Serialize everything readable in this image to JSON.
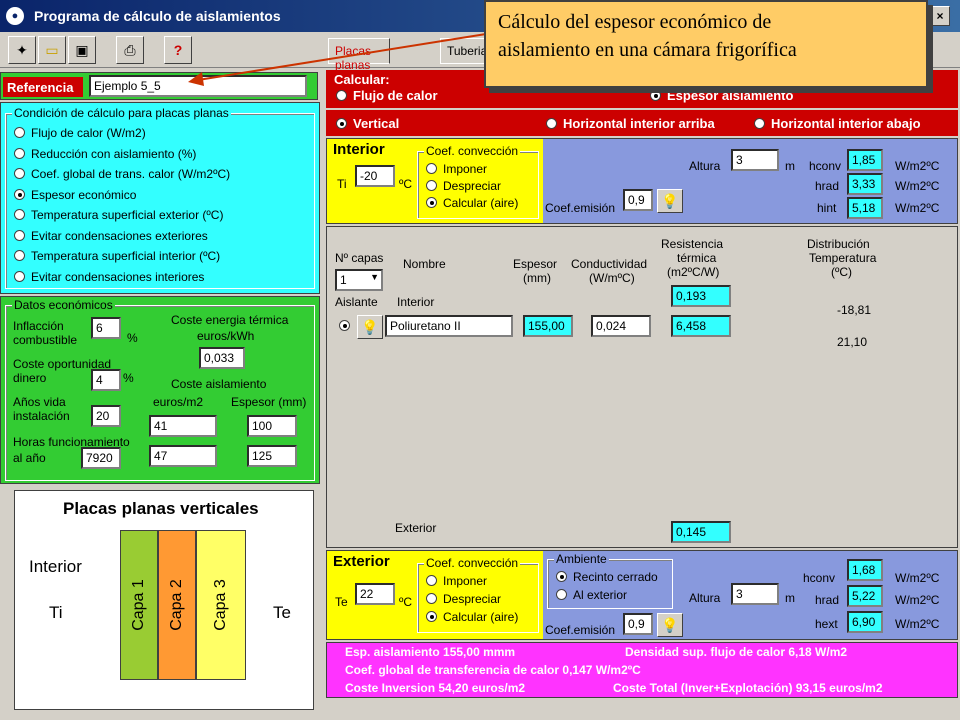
{
  "window": {
    "title": "Programa de cálculo de aislamientos",
    "min": "_",
    "max": "□",
    "close": "×"
  },
  "toolbar": {
    "tabs": [
      "Placas planas",
      "Tuberia"
    ]
  },
  "callout": {
    "line1": "Cálculo del espesor económico de",
    "line2": "aislamiento en una cámara frigorífica"
  },
  "referencia": {
    "label": "Referencia",
    "value": "Ejemplo 5_5"
  },
  "condicion": {
    "title": "Condición de cálculo para placas planas",
    "options": [
      "Flujo de calor  (W/m2)",
      "Reducción con aislamiento (%)",
      "Coef. global de trans. calor (W/m2ºC)",
      "Espesor económico",
      "Temperatura superficial exterior (ºC)",
      "Evitar condensaciones exteriores",
      "Temperatura superficial interior (ºC)",
      "Evitar condensaciones interiores"
    ],
    "selected": 3
  },
  "economicos": {
    "title": "Datos económicos",
    "inflacion_l1": "Inflacción",
    "inflacion_l2": "combustible",
    "inflacion": "6",
    "pct": "%",
    "coste_op_l1": "Coste oportunidad",
    "coste_op_l2": "dinero",
    "coste_op": "4",
    "anos_l1": "Años vida",
    "anos_l2": "instalación",
    "anos": "20",
    "horas_l1": "Horas funcionamiento",
    "horas_l2": "al año",
    "horas": "7920",
    "energia_l1": "Coste energia térmica",
    "energia_l2": "euros/kWh",
    "energia": "0,033",
    "aisl_title": "Coste aislamiento",
    "euros_m2": "euros/m2",
    "espesor_mm": "Espesor (mm)",
    "rows": [
      [
        "41",
        "100"
      ],
      [
        "47",
        "125"
      ]
    ]
  },
  "diagram": {
    "title": "Placas planas verticales",
    "interior": "Interior",
    "ti": "Ti",
    "te": "Te",
    "capas": [
      "Capa 1",
      "Capa 2",
      "Capa 3"
    ],
    "colors": [
      "#99cc33",
      "#ff9933",
      "#ffff66"
    ]
  },
  "calcular": {
    "label": "Calcular:",
    "flujo": "Flujo de calor",
    "espesor": "Espesor aislamiento"
  },
  "orient": {
    "vertical": "Vertical",
    "arriba": "Horizontal interior arriba",
    "abajo": "Horizontal interior abajo"
  },
  "interior": {
    "title": "Interior",
    "ti": "Ti",
    "ti_val": "-20",
    "unit": "ºC",
    "conv_title": "Coef. convección",
    "conv": [
      "Imponer",
      "Despreciar",
      "Calcular (aire)"
    ],
    "conv_sel": 2,
    "emision_lbl": "Coef.emisión",
    "emision": "0,9",
    "altura_lbl": "Altura",
    "altura": "3",
    "m": "m",
    "hconv_lbl": "hconv",
    "hconv": "1,85",
    "hrad_lbl": "hrad",
    "hrad": "3,33",
    "hint_lbl": "hint",
    "hint": "5,18",
    "wunit": "W/m2ºC"
  },
  "capas": {
    "ncapas_lbl": "Nº capas",
    "ncapas": "1",
    "nombre": "Nombre",
    "espesor_l1": "Espesor",
    "espesor_l2": "(mm)",
    "cond_l1": "Conductividad",
    "cond_l2": "(W/mºC)",
    "res_l1": "Resistencia",
    "res_l2": "térmica",
    "res_l3": "(m2ºC/W)",
    "dist_l1": "Distribución",
    "dist_l2": "Temperatura",
    "dist_l3": "(ºC)",
    "aislante": "Aislante",
    "interior": "Interior",
    "exterior": "Exterior",
    "r_int": "0,193",
    "t1": "-18,81",
    "material": "Poliuretano II",
    "esp": "155,00",
    "cond": "0,024",
    "res": "6,458",
    "t2": "21,10",
    "r_ext": "0,145"
  },
  "exterior": {
    "title": "Exterior",
    "te": "Te",
    "te_val": "22",
    "unit": "ºC",
    "conv_title": "Coef. convección",
    "conv": [
      "Imponer",
      "Despreciar",
      "Calcular (aire)"
    ],
    "conv_sel": 2,
    "amb_title": "Ambiente",
    "amb": [
      "Recinto cerrado",
      "Al exterior"
    ],
    "amb_sel": 0,
    "emision_lbl": "Coef.emisión",
    "emision": "0,9",
    "altura_lbl": "Altura",
    "altura": "3",
    "m": "m",
    "hconv_lbl": "hconv",
    "hconv": "1,68",
    "hrad_lbl": "hrad",
    "hrad": "5,22",
    "hext_lbl": "hext",
    "hext": "6,90",
    "wunit": "W/m2ºC"
  },
  "results": {
    "r1a": "Esp. aislamiento 155,00 mmm",
    "r1b": "Densidad sup. flujo de calor 6,18 W/m2",
    "r2": "Coef. global de transferencia de calor 0,147 W/m2ºC",
    "r3a": "Coste Inversion 54,20 euros/m2",
    "r3b": "Coste Total (Inver+Explotación) 93,15 euros/m2"
  }
}
